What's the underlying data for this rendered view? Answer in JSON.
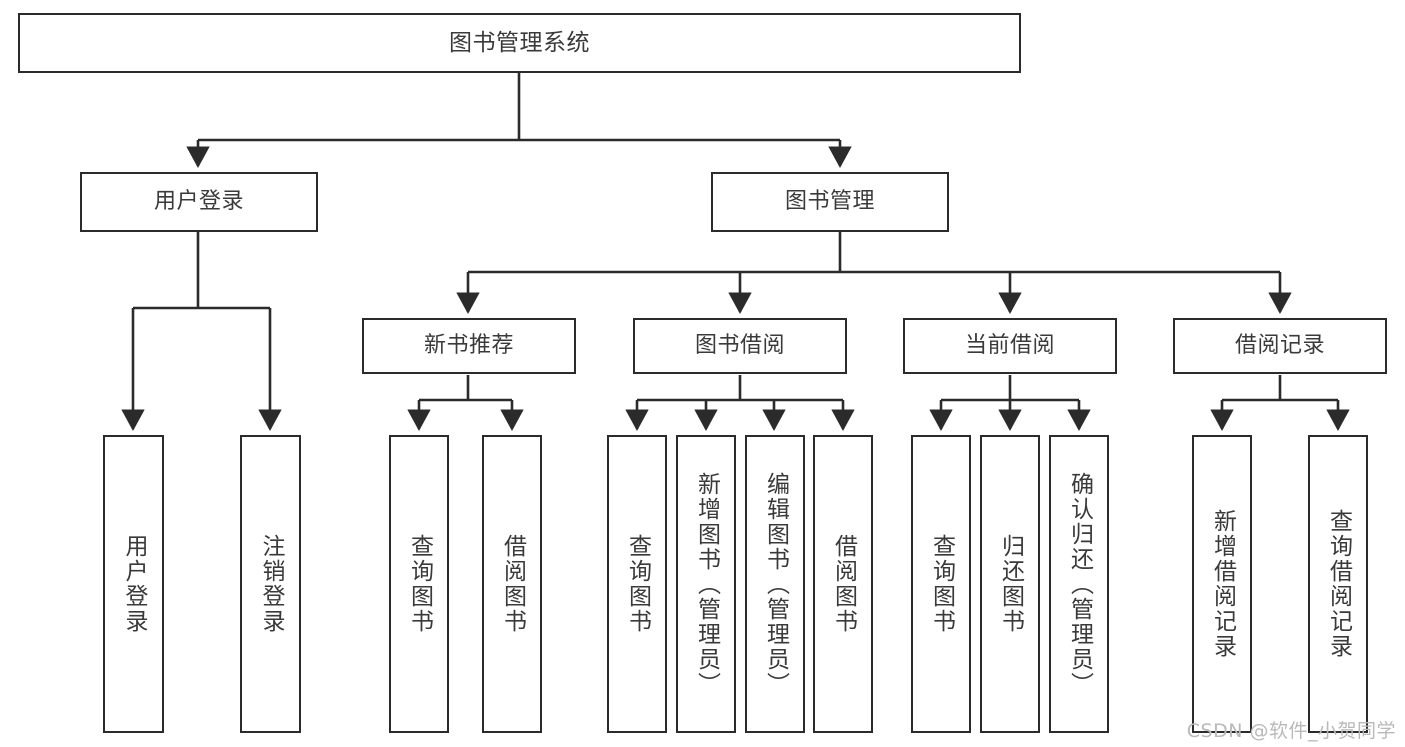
{
  "diagram": {
    "title": "图书管理系统",
    "watermark": "CSDN @软件_小贺同学",
    "colors": {
      "border": "#2b2b2b",
      "text": "#3a3a3a",
      "connector": "#2b2b2b",
      "background": "#ffffff",
      "watermark": "#b9b9b9"
    },
    "root": {
      "label": "图书管理系统"
    },
    "level2": [
      {
        "label": "用户登录"
      },
      {
        "label": "图书管理"
      }
    ],
    "level3": [
      {
        "label": "新书推荐"
      },
      {
        "label": "图书借阅"
      },
      {
        "label": "当前借阅"
      },
      {
        "label": "借阅记录"
      }
    ],
    "leaves": {
      "user_login": [
        {
          "label": "用户登录"
        },
        {
          "label": "注销登录"
        }
      ],
      "new_book": [
        {
          "label": "查询图书"
        },
        {
          "label": "借阅图书"
        }
      ],
      "borrow_book": [
        {
          "label": "查询图书"
        },
        {
          "label": "新增图书（管理员）"
        },
        {
          "label": "编辑图书（管理员）"
        },
        {
          "label": "借阅图书"
        }
      ],
      "current_borrow": [
        {
          "label": "查询图书"
        },
        {
          "label": "归还图书"
        },
        {
          "label": "确认归还（管理员）"
        }
      ],
      "borrow_record": [
        {
          "label": "新增借阅记录"
        },
        {
          "label": "查询借阅记录"
        }
      ]
    }
  }
}
